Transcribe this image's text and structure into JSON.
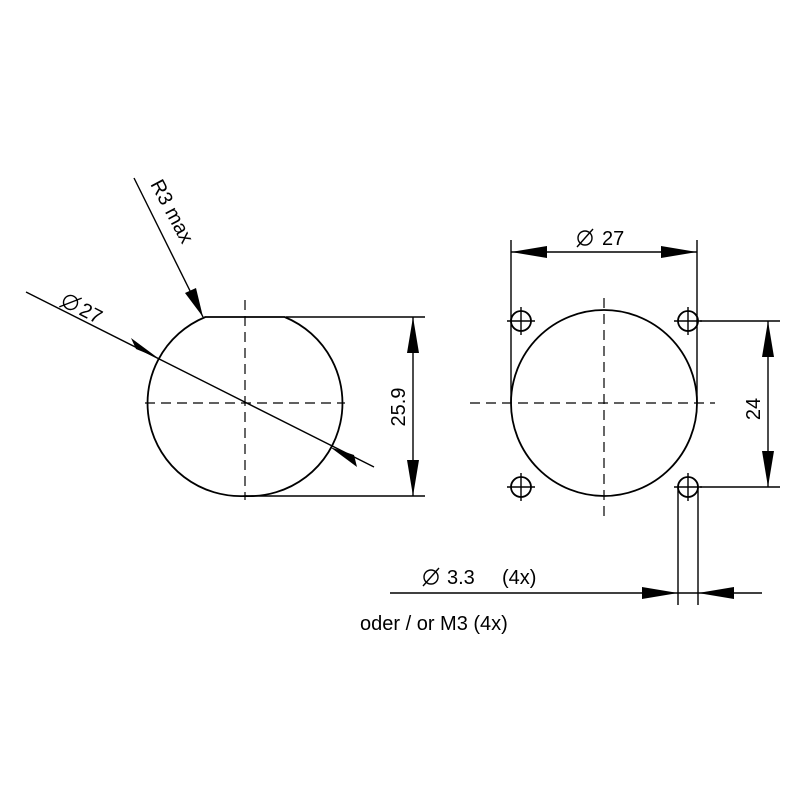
{
  "cutout_left": {
    "diameter_label": "27",
    "radius_label": "R3 max",
    "height_label": "25.9"
  },
  "cutout_right": {
    "diameter_label": "27",
    "spacing_label": "24"
  },
  "holes": {
    "size_label": "3.3",
    "count_label": "(4x)",
    "alt_label": "oder / or M3 (4x)"
  },
  "symbols": {
    "diameter": "ø-diameter-symbol"
  }
}
